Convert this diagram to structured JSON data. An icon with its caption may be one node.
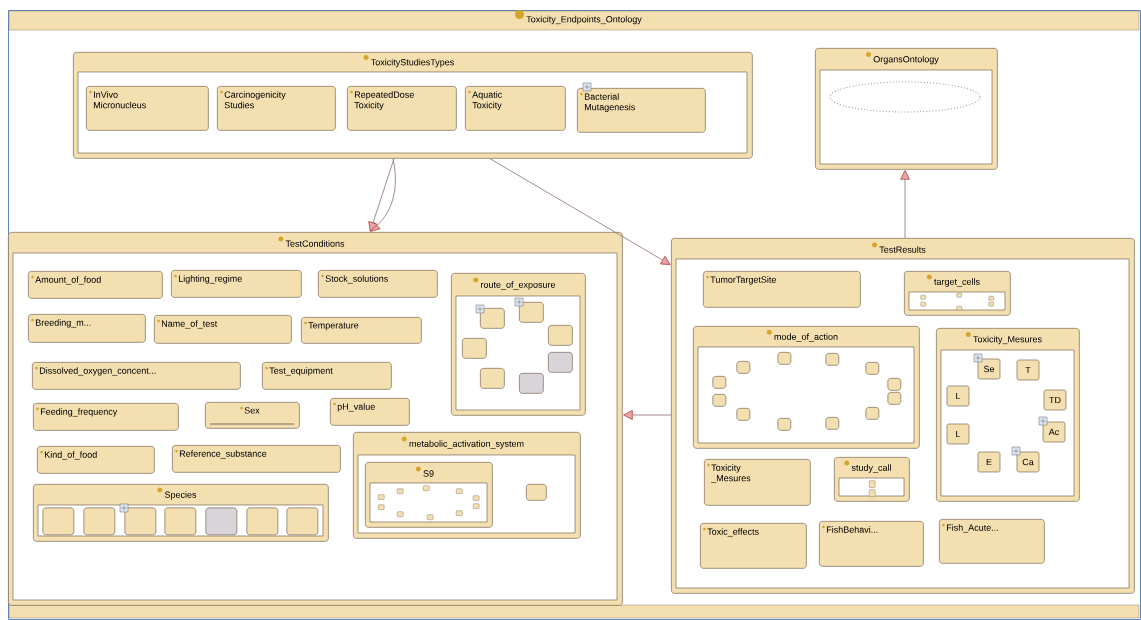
{
  "diagram": {
    "nodes": [
      {
        "text": [
          "Toxicity_Endpoints_Ontology"
        ]
      },
      {
        "text": [
          "ToxicityStudiesTypes"
        ],
        "in": 0
      },
      {
        "text": [
          "InVivo Micronucleus"
        ],
        "in": 1
      },
      {
        "text": [
          "Carcinogenicity Studies"
        ],
        "in": 1
      },
      {
        "text": [
          "RepeatedDose Toxicity"
        ],
        "in": 1
      },
      {
        "text": [
          "Aquatic Toxicity"
        ],
        "in": 1
      },
      {
        "text": [
          "Bacterial Mutagenesis"
        ],
        "in": 1
      },
      {
        "text": [
          "OrgansOntology"
        ],
        "in": 0
      },
      {
        "text": [
          "TestConditions"
        ],
        "in": 0
      },
      {
        "text": [
          "Amount_of_food"
        ],
        "in": 8
      },
      {
        "text": [
          "Lighting_regime"
        ],
        "in": 8
      },
      {
        "text": [
          "Stock_solutions"
        ],
        "in": 8
      },
      {
        "text": [
          "route_of_exposure"
        ],
        "in": 8
      },
      {
        "text": [],
        "shape": "box",
        "in": 12
      },
      {
        "text": [],
        "shape": "box",
        "in": 12
      },
      {
        "text": [],
        "shape": "box",
        "in": 12
      },
      {
        "text": [],
        "shape": "box",
        "in": 12
      },
      {
        "text": [],
        "shape": "box",
        "in": 12
      },
      {
        "text": [],
        "shape": "box",
        "in": 12
      },
      {
        "text": [],
        "shape": "box",
        "in": 12
      },
      {
        "text": [
          "Breeding_m..."
        ],
        "in": 8
      },
      {
        "text": [
          "Name_of_test"
        ],
        "in": 8
      },
      {
        "text": [
          "Temperature"
        ],
        "in": 8
      },
      {
        "text": [
          "Dissolved_oxygen_concent..."
        ],
        "in": 8
      },
      {
        "text": [
          "Test_equipment"
        ],
        "in": 8
      },
      {
        "text": [
          "Feeding_frequency"
        ],
        "in": 8
      },
      {
        "text": [
          "Sex"
        ],
        "in": 8
      },
      {
        "text": [
          "pH_value"
        ],
        "in": 8
      },
      {
        "text": [
          "metabolic_activation_system"
        ],
        "in": 8
      },
      {
        "text": [
          "S9"
        ],
        "in": 28
      },
      {
        "text": [],
        "shape": "box",
        "in": 29
      },
      {
        "text": [],
        "shape": "box",
        "in": 29
      },
      {
        "text": [],
        "shape": "box",
        "in": 29
      },
      {
        "text": [],
        "shape": "box",
        "in": 29
      },
      {
        "text": [],
        "shape": "box",
        "in": 29
      },
      {
        "text": [],
        "shape": "box",
        "in": 29
      },
      {
        "text": [],
        "shape": "box",
        "in": 29
      },
      {
        "text": [],
        "shape": "box",
        "in": 29
      },
      {
        "text": [],
        "shape": "box",
        "in": 29
      },
      {
        "text": [],
        "shape": "box",
        "in": 29
      },
      {
        "text": [],
        "shape": "box",
        "in": 28
      },
      {
        "text": [
          "Kind_of_food"
        ],
        "in": 8
      },
      {
        "text": [
          "Reference_substance"
        ],
        "in": 8
      },
      {
        "text": [
          "Species"
        ],
        "in": 8
      },
      {
        "text": [],
        "shape": "box",
        "in": 43
      },
      {
        "text": [],
        "shape": "box",
        "in": 43
      },
      {
        "text": [],
        "shape": "box",
        "in": 43
      },
      {
        "text": [],
        "shape": "box",
        "in": 43
      },
      {
        "text": [],
        "shape": "box",
        "in": 43
      },
      {
        "text": [],
        "shape": "box",
        "in": 43
      },
      {
        "text": [],
        "shape": "box",
        "in": 43
      },
      {
        "text": [
          "TestResults"
        ],
        "in": 0
      },
      {
        "text": [
          "TumorTargetSite"
        ],
        "in": 51
      },
      {
        "text": [
          "target_cells"
        ],
        "in": 51
      },
      {
        "text": [],
        "shape": "box",
        "in": 53
      },
      {
        "text": [],
        "shape": "box",
        "in": 53
      },
      {
        "text": [],
        "shape": "box",
        "in": 53
      },
      {
        "text": [],
        "shape": "box",
        "in": 53
      },
      {
        "text": [],
        "shape": "box",
        "in": 53
      },
      {
        "text": [],
        "shape": "box",
        "in": 53
      },
      {
        "text": [
          "mode_of_action"
        ],
        "in": 51
      },
      {
        "text": [],
        "shape": "box",
        "in": 60
      },
      {
        "text": [],
        "shape": "box",
        "in": 60
      },
      {
        "text": [],
        "shape": "box",
        "in": 60
      },
      {
        "text": [],
        "shape": "box",
        "in": 60
      },
      {
        "text": [],
        "shape": "box",
        "in": 60
      },
      {
        "text": [],
        "shape": "box",
        "in": 60
      },
      {
        "text": [],
        "shape": "box",
        "in": 60
      },
      {
        "text": [],
        "shape": "box",
        "in": 60
      },
      {
        "text": [],
        "shape": "box",
        "in": 60
      },
      {
        "text": [],
        "shape": "box",
        "in": 60
      },
      {
        "text": [],
        "shape": "box",
        "in": 60
      },
      {
        "text": [],
        "shape": "box",
        "in": 60
      },
      {
        "text": [
          "Toxicity_Mesures"
        ],
        "in": 51
      },
      {
        "text": [
          "Se"
        ],
        "in": 73
      },
      {
        "text": [
          "T"
        ],
        "in": 73
      },
      {
        "text": [
          "L"
        ],
        "in": 73
      },
      {
        "text": [
          "TD"
        ],
        "in": 73
      },
      {
        "text": [
          "L"
        ],
        "in": 73
      },
      {
        "text": [
          "Ac"
        ],
        "in": 73
      },
      {
        "text": [
          "E"
        ],
        "in": 73
      },
      {
        "text": [
          "Ca"
        ],
        "in": 73
      },
      {
        "text": [
          "Toxicity _Mesures"
        ],
        "in": 51
      },
      {
        "text": [
          "study_call"
        ],
        "in": 51
      },
      {
        "text": [],
        "shape": "box",
        "in": 83
      },
      {
        "text": [],
        "shape": "box",
        "in": 83
      },
      {
        "text": [
          "Toxic_effects"
        ],
        "in": 51
      },
      {
        "text": [
          "FishBehavi..."
        ],
        "in": 51
      },
      {
        "text": [
          "Fish_Acute..."
        ],
        "in": 51
      },
      {
        "text": [],
        "shape": "ellipse",
        "in": 7
      }
    ],
    "edges": [
      {
        "from": 1,
        "to": 8,
        "arrow": "to"
      },
      {
        "from": 1,
        "to": 8,
        "arrow": "to"
      },
      {
        "from": 1,
        "to": 51,
        "arrow": "to"
      },
      {
        "from": 51,
        "to": 8,
        "arrow": "to"
      },
      {
        "from": 51,
        "to": 7,
        "arrow": "to"
      }
    ]
  }
}
